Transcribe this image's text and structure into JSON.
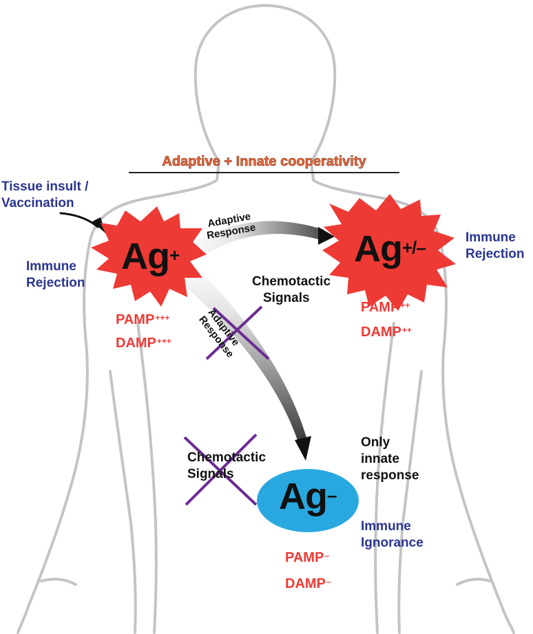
{
  "title": "Adaptive + Innate cooperativity",
  "left_site": {
    "entry_line1": "Tissue insult /",
    "entry_line2": "Vaccination",
    "antigen": "Ag",
    "antigen_sup": "+",
    "outcome_line1": "Immune",
    "outcome_line2": "Rejection",
    "pamp": "PAMP",
    "pamp_sup": "+++",
    "damp": "DAMP",
    "damp_sup": "+++"
  },
  "right_site": {
    "antigen": "Ag",
    "antigen_sup": "+/–",
    "outcome_line1": "Immune",
    "outcome_line2": "Rejection",
    "pamp": "PAMP",
    "pamp_sup": "++",
    "damp": "DAMP",
    "damp_sup": "++"
  },
  "bottom_site": {
    "antigen": "Ag",
    "antigen_sup": "–",
    "response_line1": "Only",
    "response_line2": "innate",
    "response_line3": "response",
    "outcome_line1": "Immune",
    "outcome_line2": "Ignorance",
    "pamp": "PAMP",
    "pamp_sup": "–",
    "damp": "DAMP",
    "damp_sup": "–"
  },
  "top_arrow": {
    "line1": "Adaptive",
    "line2": "Response"
  },
  "diagonal_arrow": {
    "line1": "Adaptive",
    "line2": "Response",
    "blocked": true
  },
  "chemotactic_upper": {
    "line1": "Chemotactic",
    "line2": "Signals"
  },
  "chemotactic_lower": {
    "line1": "Chemotactic",
    "line2": "Signals",
    "blocked": true
  },
  "colors": {
    "blue_text": "#2a3591",
    "red_text": "#ee3a35",
    "burst_fill": "#ee3a35",
    "ellipse_fill": "#29a8e0",
    "cross": "#6a2c91",
    "title": "#f26a3b",
    "body_outline": "#c4c4c4"
  }
}
